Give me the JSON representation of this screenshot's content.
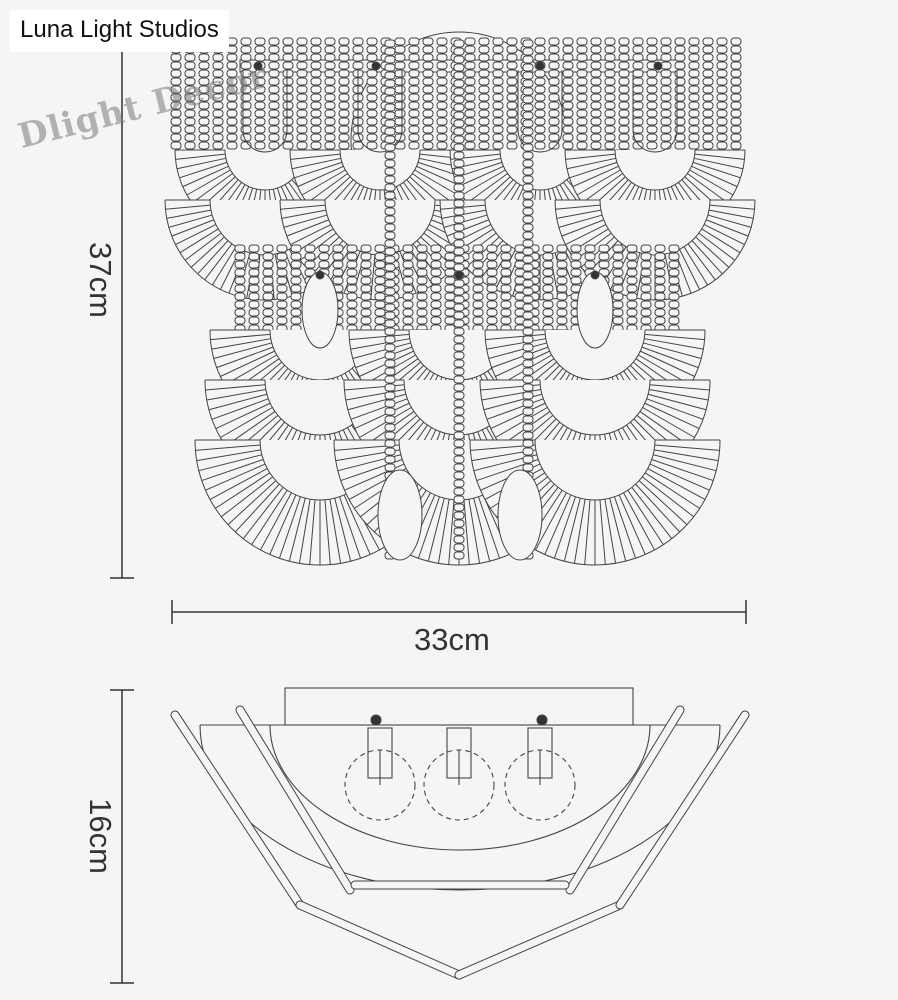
{
  "brand": "Luna Light Studios",
  "watermark": "Dlight Decor",
  "dimensions": {
    "height_front": "37cm",
    "width": "33cm",
    "depth": "16cm"
  },
  "colors": {
    "line": "#444444",
    "background": "#f5f5f5"
  }
}
